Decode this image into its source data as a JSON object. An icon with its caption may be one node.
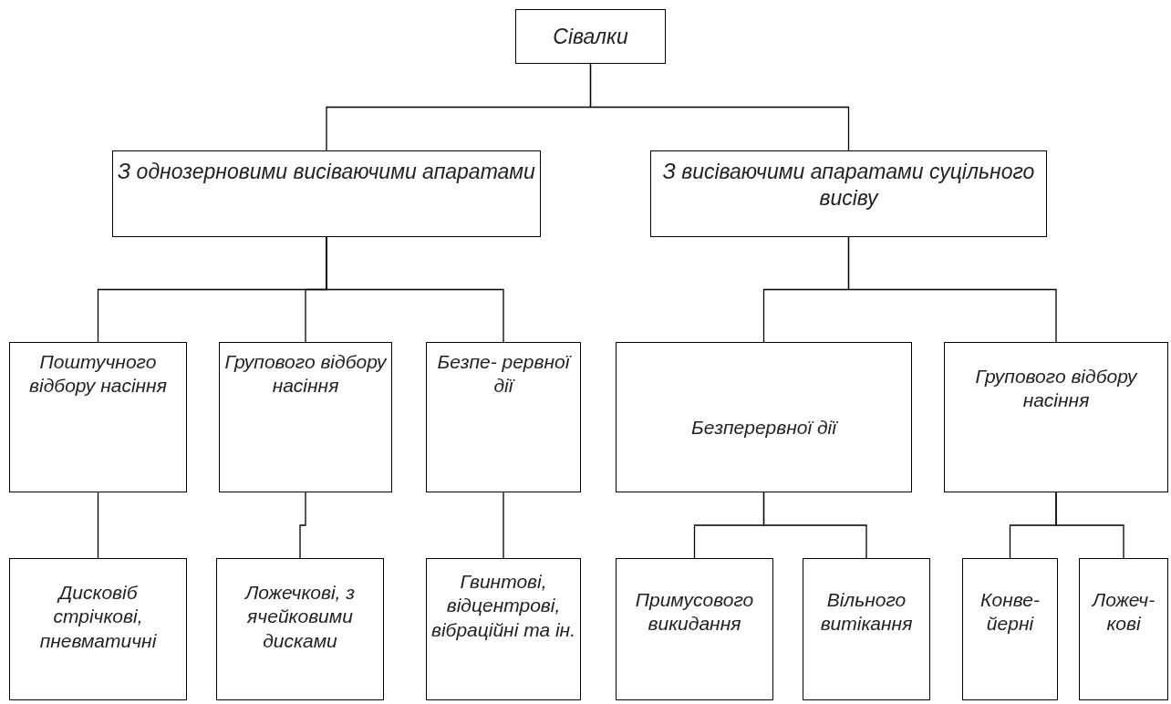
{
  "diagram": {
    "nodes": [
      {
        "text": [
          "Сівалки"
        ]
      },
      {
        "text": [
          "З однозерновими висіваючими апаратами"
        ]
      },
      {
        "text": [
          "З висіваючими апаратами суцільного висіву"
        ]
      },
      {
        "text": [
          "Поштучного відбору насіння"
        ]
      },
      {
        "text": [
          "Групового відбору насіння"
        ]
      },
      {
        "text": [
          "Безпе- рервної дії"
        ]
      },
      {
        "text": [
          "Безперервної дії"
        ]
      },
      {
        "text": [
          "Групового відбору насіння"
        ]
      },
      {
        "text": [
          "Дисковіб стрічкові, пневматичні"
        ]
      },
      {
        "text": [
          "Ложечкові, з ячейковими дисками"
        ]
      },
      {
        "text": [
          "Гвинтові, відцентрові, вібраційні та ін."
        ]
      },
      {
        "text": [
          "Примусового викидання"
        ]
      },
      {
        "text": [
          "Вільного витікання"
        ]
      },
      {
        "text": [
          "Конве- йерні"
        ]
      },
      {
        "text": [
          "Ложеч- кові"
        ]
      }
    ],
    "edges": [
      {
        "from": 0,
        "to": 1,
        "arrow": "none"
      },
      {
        "from": 0,
        "to": 2,
        "arrow": "none"
      },
      {
        "from": 1,
        "to": 3,
        "arrow": "none"
      },
      {
        "from": 1,
        "to": 4,
        "arrow": "none"
      },
      {
        "from": 1,
        "to": 5,
        "arrow": "none"
      },
      {
        "from": 2,
        "to": 6,
        "arrow": "none"
      },
      {
        "from": 2,
        "to": 7,
        "arrow": "none"
      },
      {
        "from": 3,
        "to": 8,
        "arrow": "none"
      },
      {
        "from": 4,
        "to": 9,
        "arrow": "none"
      },
      {
        "from": 5,
        "to": 10,
        "arrow": "none"
      },
      {
        "from": 6,
        "to": 11,
        "arrow": "none"
      },
      {
        "from": 6,
        "to": 12,
        "arrow": "none"
      },
      {
        "from": 7,
        "to": 13,
        "arrow": "none"
      },
      {
        "from": 7,
        "to": 14,
        "arrow": "none"
      }
    ]
  }
}
